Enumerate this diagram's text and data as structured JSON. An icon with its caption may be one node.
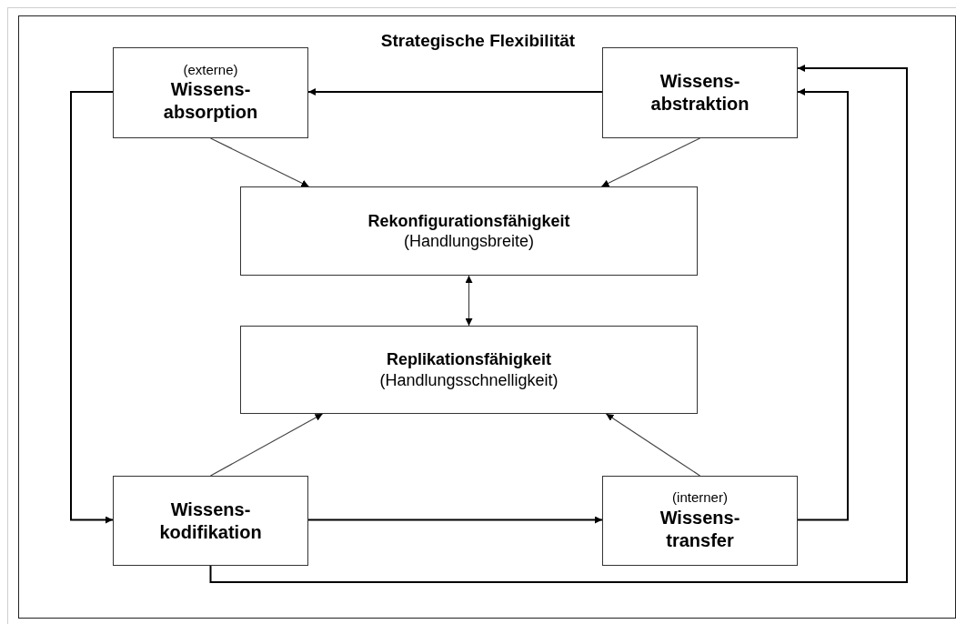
{
  "diagram": {
    "title": "Strategische Flexibilität",
    "nodes": [
      {
        "text": [
          "(externe)",
          "Wissens- absorption"
        ]
      },
      {
        "text": [
          "Wissens- abstraktion"
        ]
      },
      {
        "text": [
          "Rekonfigurationsfähigkeit",
          "(Handlungsbreite)"
        ]
      },
      {
        "text": [
          "Replikationsfähigkeit",
          "(Handlungsschnelligkeit)"
        ]
      },
      {
        "text": [
          "Wissens- kodifikation"
        ]
      },
      {
        "text": [
          "(interner)",
          "Wissens- transfer"
        ]
      }
    ],
    "edges": [
      {
        "from": 1,
        "to": 0,
        "arrow": "to"
      },
      {
        "from": 0,
        "to": 2,
        "arrow": "to"
      },
      {
        "from": 1,
        "to": 2,
        "arrow": "to"
      },
      {
        "from": 2,
        "to": 3,
        "arrow": "both"
      },
      {
        "from": 4,
        "to": 3,
        "arrow": "to"
      },
      {
        "from": 5,
        "to": 3,
        "arrow": "to"
      },
      {
        "from": 0,
        "to": 4,
        "arrow": "to"
      },
      {
        "from": 4,
        "to": 5,
        "arrow": "to"
      },
      {
        "from": 5,
        "to": 1,
        "arrow": "to"
      },
      {
        "from": 4,
        "to": 1,
        "arrow": "to"
      }
    ]
  }
}
